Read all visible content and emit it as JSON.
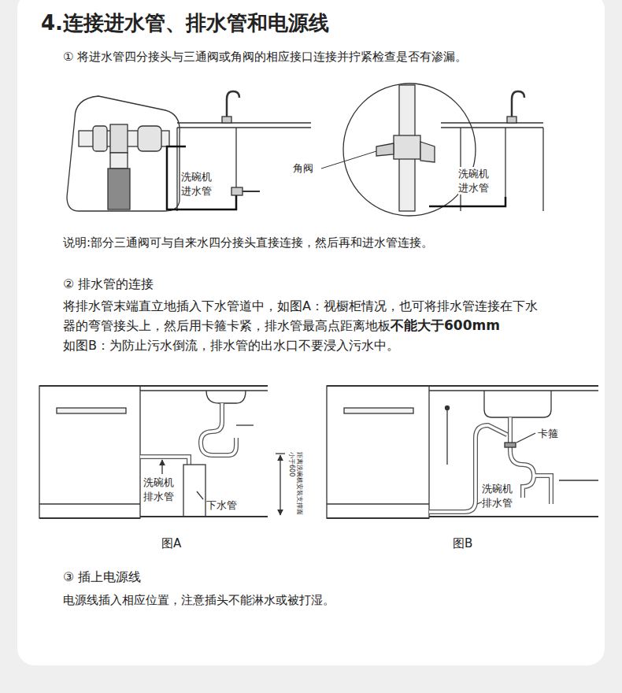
{
  "diagram": {
    "title": "4.连接进水管、排水管和电源线",
    "labels": [
      "① 将进水管四分接头与三通阀或角阀的相应接口连接并拧紧检查是否有渗漏。",
      "洗碗机 进水管",
      "角阀",
      "洗碗机 进水管",
      "说明:部分三通阀可与自来水四分接头直接连接，然后再和进水管连接。",
      "② 排水管的连接",
      "将排水管末端直立地插入下水管道中，如图A：视橱柜情况，也可将排水管连接在下水器的弯管接头上，然后用卡箍卡紧，排水管最高点距离地板",
      "不能大于600mm",
      "如图B：为防止污水倒流，排水管的出水口不要浸入污水中。",
      "洗碗机 排水管",
      "下水管",
      "距离洗碗机安装支撑面小于600",
      "图A",
      "卡箍",
      "洗碗机 排水管",
      "图B",
      "③ 插上电源线",
      "电源线插入相应位置，注意插头不能淋水或被打湿。"
    ]
  }
}
